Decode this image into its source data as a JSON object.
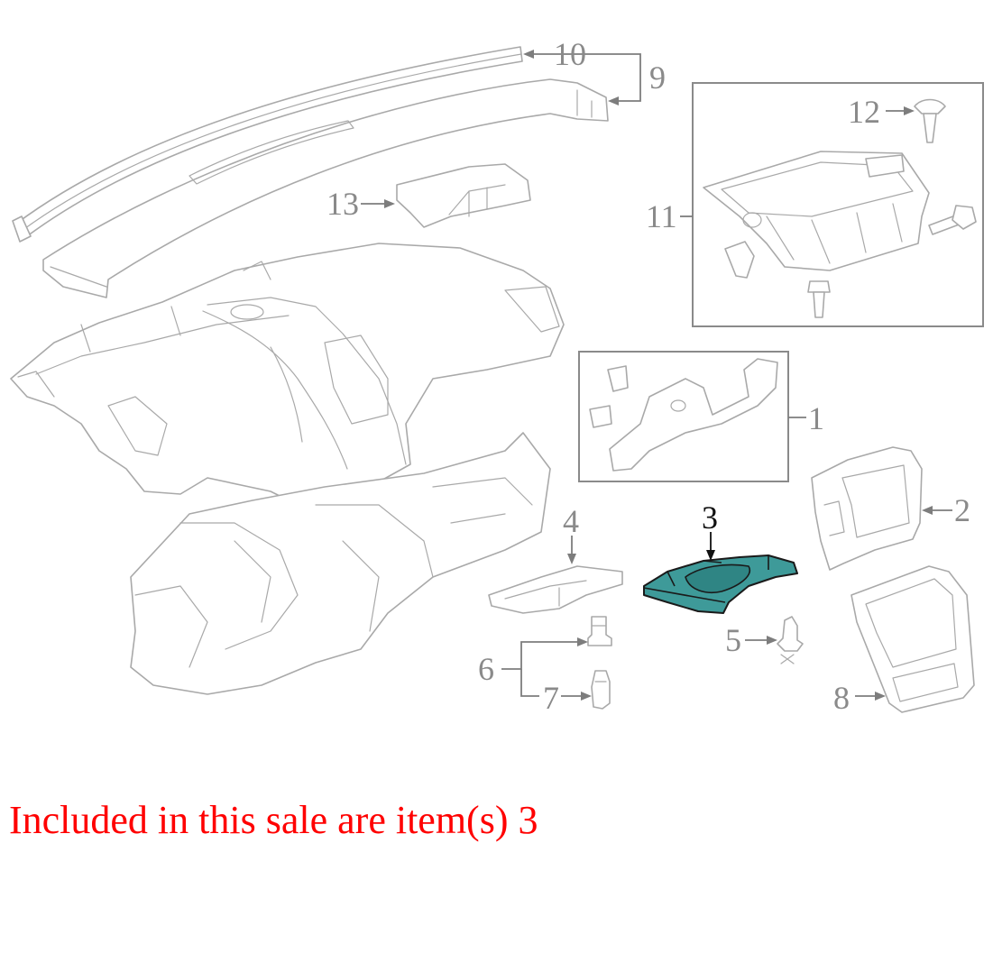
{
  "caption": "Included in this sale are item(s) 3",
  "callouts": {
    "c1": "1",
    "c2": "2",
    "c3": "3",
    "c4": "4",
    "c5": "5",
    "c6": "6",
    "c7": "7",
    "c8": "8",
    "c9": "9",
    "c10": "10",
    "c11": "11",
    "c12": "12",
    "c13": "13"
  },
  "highlighted_part": "3",
  "colors": {
    "highlight": "#3e9a99",
    "caption": "#ff0000",
    "line_art": "#a9a9a9"
  }
}
